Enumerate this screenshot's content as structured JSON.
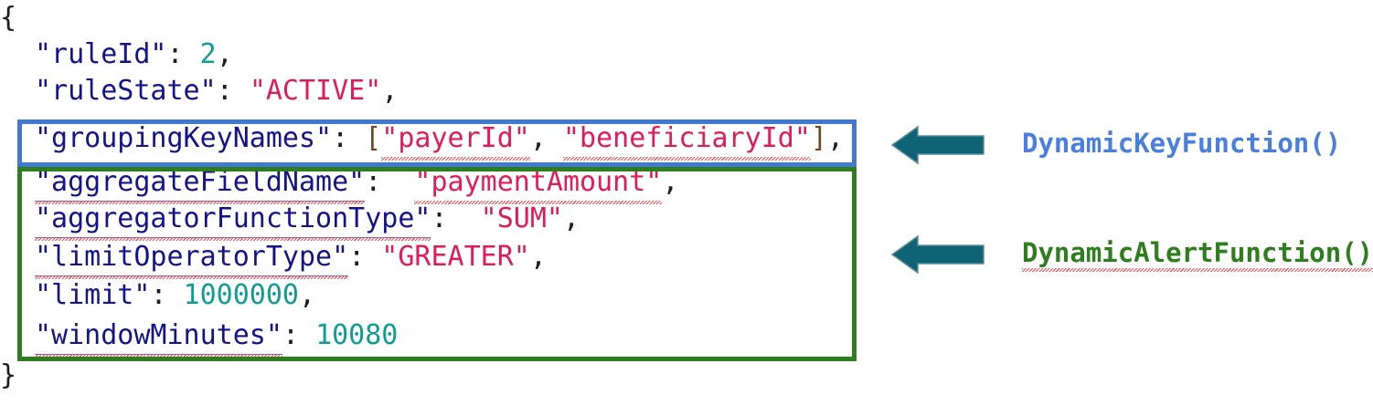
{
  "document": {
    "type": "annotated-json-snippet",
    "background_color": "#FFFFFF"
  },
  "colors": {
    "key": "#13138C",
    "string_value": "#E31A58",
    "number_value": "#0F9C92",
    "punctuation": "#1C1C1C",
    "highlight_blue": "#4179D0",
    "highlight_green": "#2E7D1E",
    "arrow_teal": "#0F6375",
    "label_blue": "#4A7FE0",
    "label_green": "#2E7D1E",
    "spellcheck_underline": "#E24B4B"
  },
  "json_snippet": {
    "open_brace": "{",
    "close_brace": "}",
    "lines": [
      {
        "key": "\"ruleId\"",
        "colon": ":",
        "value": "2",
        "value_type": "number",
        "trailing": ",",
        "spellcheck": false
      },
      {
        "key": "\"ruleState\"",
        "colon": ":",
        "value": "\"ACTIVE\"",
        "value_type": "string",
        "trailing": ",",
        "spellcheck": false
      },
      {
        "key": "\"groupingKeyNames\"",
        "colon": ":",
        "value": "[\"payerId\", \"beneficiaryId\"]",
        "value_type": "array",
        "array_items": [
          "\"payerId\"",
          "\"beneficiaryId\""
        ],
        "trailing": ",",
        "spellcheck": true,
        "highlight": "blue"
      },
      {
        "key": "\"aggregateFieldName\"",
        "colon": ":",
        "value": "\"paymentAmount\"",
        "value_type": "string",
        "trailing": ",",
        "spellcheck": true,
        "highlight": "green"
      },
      {
        "key": "\"aggregatorFunctionType\"",
        "colon": ":",
        "value": "\"SUM\"",
        "value_type": "string",
        "trailing": ",",
        "spellcheck": true,
        "highlight": "green"
      },
      {
        "key": "\"limitOperatorType\"",
        "colon": ":",
        "value": "\"GREATER\"",
        "value_type": "string",
        "trailing": ",",
        "spellcheck": true,
        "highlight": "green"
      },
      {
        "key": "\"limit\"",
        "colon": ":",
        "value": "1000000",
        "value_type": "number",
        "trailing": ",",
        "spellcheck": false,
        "highlight": "green"
      },
      {
        "key": "\"windowMinutes\"",
        "colon": ":",
        "value": "10080",
        "value_type": "number",
        "trailing": "",
        "spellcheck": true,
        "highlight": "green"
      }
    ]
  },
  "annotations": [
    {
      "id": "key-function",
      "label": "DynamicKeyFunction()",
      "color": "#4A7FE0",
      "arrow_direction": "left",
      "arrow_color": "#0F6375",
      "targets_highlight": "blue",
      "spellcheck_underline": false
    },
    {
      "id": "alert-function",
      "label": "DynamicAlertFunction()",
      "color": "#2E7D1E",
      "arrow_direction": "left",
      "arrow_color": "#0F6375",
      "targets_highlight": "green",
      "spellcheck_underline": true
    }
  ]
}
